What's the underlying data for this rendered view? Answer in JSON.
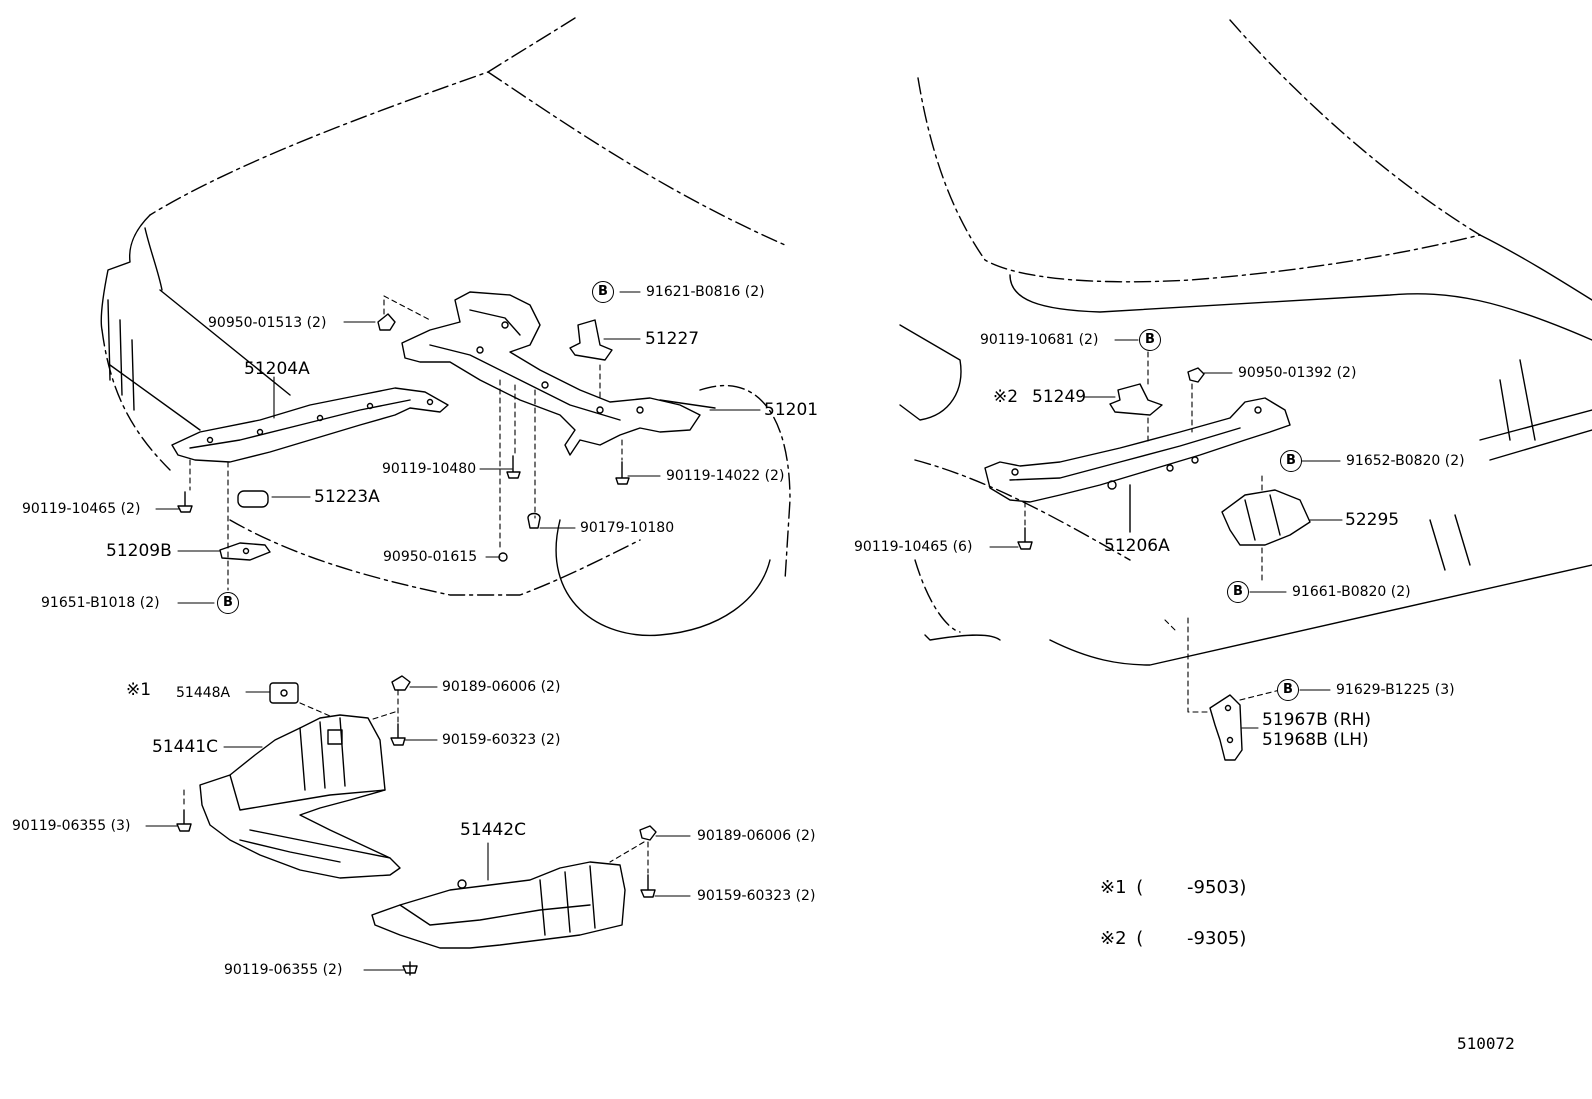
{
  "figure_code": "510072",
  "b_marker": "B",
  "labels": {
    "p91621_B0816": "91621-B0816 (2)",
    "p90950_01513": "90950-01513 (2)",
    "p51227": "51227",
    "p51204A": "51204A",
    "p51201": "51201",
    "p90119_10480": "90119-10480",
    "p90119_14022": "90119-14022 (2)",
    "p90119_10465_L": "90119-10465 (2)",
    "p51223A": "51223A",
    "p90179_10180": "90179-10180",
    "p51209B": "51209B",
    "p90950_01615": "90950-01615",
    "p91651_B1018": "91651-B1018 (2)",
    "p51448A": "51448A",
    "mark1": "※1",
    "p90189_06006_a": "90189-06006 (2)",
    "p51441C": "51441C",
    "p90159_60323_a": "90159-60323 (2)",
    "p90119_06355_3": "90119-06355 (3)",
    "p51442C": "51442C",
    "p90189_06006_b": "90189-06006 (2)",
    "p90159_60323_b": "90159-60323 (2)",
    "p90119_06355_2": "90119-06355 (2)",
    "p90119_10681": "90119-10681 (2)",
    "p90950_01392": "90950-01392 (2)",
    "mark2": "※2",
    "p51249": "51249",
    "p91652_B0820": "91652-B0820 (2)",
    "p52295": "52295",
    "p90119_10465_R": "90119-10465 (6)",
    "p51206A": "51206A",
    "p91661_B0820": "91661-B0820 (2)",
    "p91629_B1225": "91629-B1225 (3)",
    "p51967B": "51967B (RH)",
    "p51968B": "51968B (LH)"
  },
  "notes": [
    {
      "mark": "※1",
      "open": "(",
      "range": "-9503)"
    },
    {
      "mark": "※2",
      "open": "(",
      "range": "-9305)"
    }
  ]
}
